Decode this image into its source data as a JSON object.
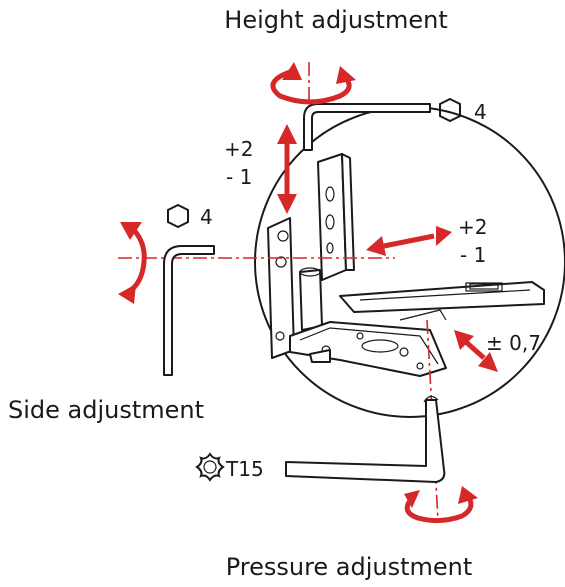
{
  "labels": {
    "height": "Height adjustment",
    "side": "Side adjustment",
    "pressure": "Pressure adjustment"
  },
  "tools": {
    "height_hex": "4",
    "side_hex": "4",
    "pressure_torx": "T15"
  },
  "values": {
    "height_plus": "+2",
    "height_minus": "- 1",
    "side_plus": "+2",
    "side_minus": "- 1",
    "pressure": "± 0,7"
  },
  "colors": {
    "accent": "#d62828",
    "line": "#1a1a1a"
  }
}
